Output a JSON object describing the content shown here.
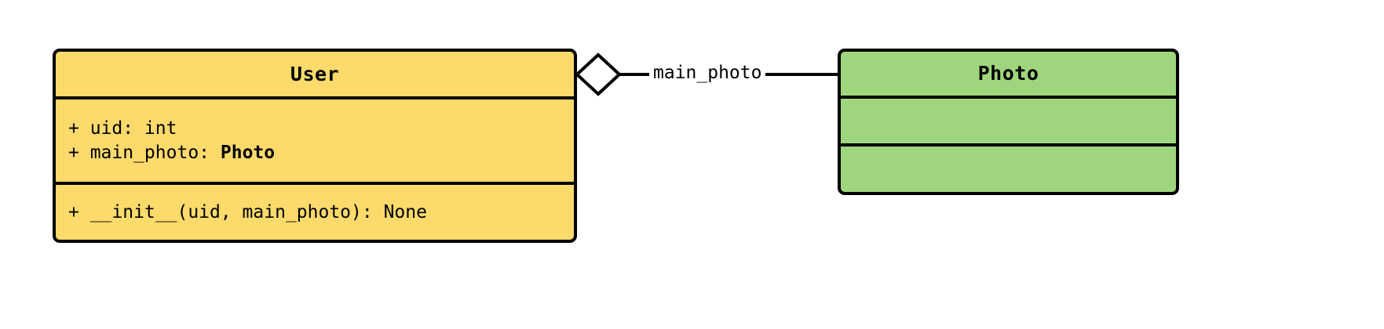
{
  "diagram": {
    "type": "uml-class-diagram",
    "background_color": "#ffffff",
    "classes": [
      {
        "name": "User",
        "fill_color": "#fcda6b",
        "border_color": "#000000",
        "attributes": [
          {
            "visibility": "+",
            "text": "+ uid: int",
            "plain": "+ uid: ",
            "type_ref": ""
          },
          {
            "visibility": "+",
            "text": "+ main_photo: Photo",
            "plain": "+ main_photo: ",
            "type_ref": "Photo"
          }
        ],
        "methods": [
          {
            "visibility": "+",
            "text": "+ __init__(uid, main_photo): None"
          }
        ]
      },
      {
        "name": "Photo",
        "fill_color": "#9fd67d",
        "border_color": "#000000",
        "attributes": [],
        "methods": []
      }
    ],
    "relationships": [
      {
        "kind": "aggregation",
        "source": "User",
        "target": "Photo",
        "label": "main_photo",
        "diamond_fill": "#ffffff",
        "diamond_stroke": "#000000"
      }
    ]
  }
}
